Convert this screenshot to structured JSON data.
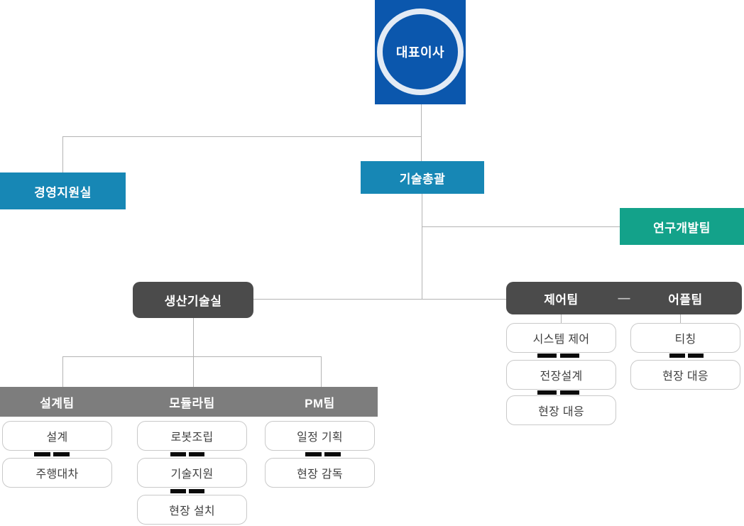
{
  "org": {
    "ceo": "대표이사",
    "management_office": "경영지원실",
    "tech_division": "기술총괄",
    "rnd_team": "연구개발팀",
    "production_office": "생산기술실",
    "control_team": "제어팀",
    "app_team": "어플팀",
    "team_link_dash": "—",
    "design_team": "설계팀",
    "modular_team": "모듈라팀",
    "pm_team": "PM팀",
    "design_items": [
      "설계",
      "주행대차"
    ],
    "modular_items": [
      "로봇조립",
      "기술지원",
      "현장 설치"
    ],
    "pm_items": [
      "일정 기획",
      "현장 감독"
    ],
    "control_items": [
      "시스템 제어",
      "전장설계",
      "현장 대응"
    ],
    "app_items": [
      "티칭",
      "현장 대응"
    ]
  },
  "colors": {
    "primary_blue": "#0b57ad",
    "circle_ring": "#e3ebf5",
    "cyan": "#1787b5",
    "teal": "#13a28a",
    "dark_gray": "#4b4b4b",
    "medium_gray": "#7d7d7d",
    "line_gray": "#b4b4b4",
    "item_border": "#c9c9c9",
    "junction_black": "#0b0b0b"
  }
}
